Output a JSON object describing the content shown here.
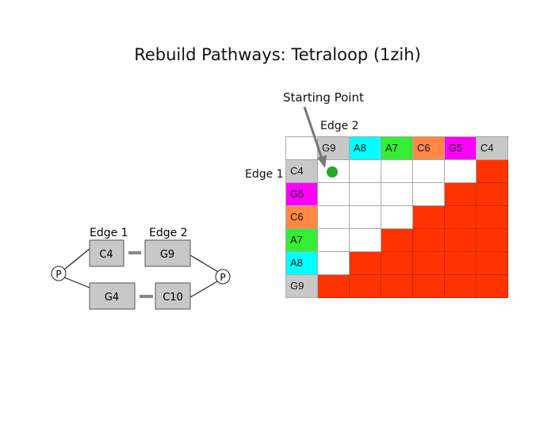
{
  "title": "Rebuild Pathways: Tetraloop (1zih)",
  "annotation": {
    "starting_point": "Starting Point"
  },
  "matrix": {
    "col_axis_label": "Edge 2",
    "row_axis_label": "Edge 1",
    "columns": [
      {
        "label": "G9",
        "color": "#c8c8c8"
      },
      {
        "label": "A8",
        "color": "#00ffff"
      },
      {
        "label": "A7",
        "color": "#33ee33"
      },
      {
        "label": "C6",
        "color": "#ff8844"
      },
      {
        "label": "G5",
        "color": "#ff00ff"
      },
      {
        "label": "C4",
        "color": "#c8c8c8"
      }
    ],
    "rows": [
      {
        "label": "C4",
        "color": "#c8c8c8",
        "red_from_col": 5
      },
      {
        "label": "G5",
        "color": "#ff00ff",
        "red_from_col": 4
      },
      {
        "label": "C6",
        "color": "#ff8844",
        "red_from_col": 3
      },
      {
        "label": "A7",
        "color": "#33ee33",
        "red_from_col": 2
      },
      {
        "label": "A8",
        "color": "#00ffff",
        "red_from_col": 1
      },
      {
        "label": "G9",
        "color": "#c8c8c8",
        "red_from_col": 0
      }
    ],
    "filled_color": "#ff3300",
    "start_marker": {
      "row": 0,
      "col": 0,
      "color": "#22aa22"
    }
  },
  "pathway": {
    "edge1_label": "Edge 1",
    "edge2_label": "Edge 2",
    "phosphate": "P",
    "top_pair": [
      "C4",
      "G9"
    ],
    "bottom_pair": [
      "G4",
      "C10"
    ]
  }
}
